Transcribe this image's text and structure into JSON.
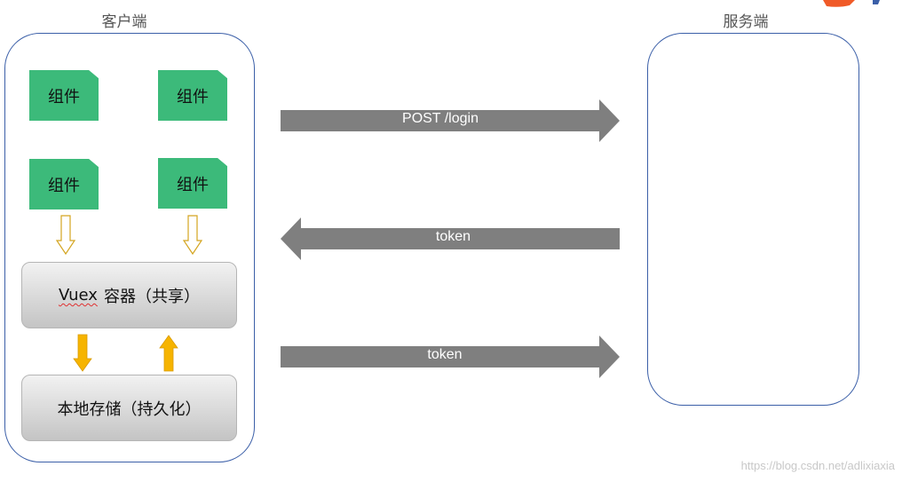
{
  "client": {
    "title": "客户端"
  },
  "server": {
    "title": "服务端"
  },
  "components": [
    {
      "label": "组件"
    },
    {
      "label": "组件"
    },
    {
      "label": "组件"
    },
    {
      "label": "组件"
    }
  ],
  "vuex_box": {
    "name": "Vuex",
    "label": "容器（共享）"
  },
  "storage_box": {
    "label": "本地存储（持久化）"
  },
  "arrows": [
    {
      "label": "POST /login",
      "direction": "right"
    },
    {
      "label": "token",
      "direction": "left"
    },
    {
      "label": "token",
      "direction": "right"
    }
  ],
  "watermark": "https://blog.csdn.net/adlixiaxia",
  "colors": {
    "note_green": "#3cba7a",
    "panel_border": "#3b5fa8",
    "big_arrow": "#7f7f7f",
    "hollow_arrow": "#d4a520",
    "solid_arrow": "#f6b400",
    "box_gradient_top": "#f2f2f2",
    "box_gradient_bottom": "#c4c4c4"
  }
}
